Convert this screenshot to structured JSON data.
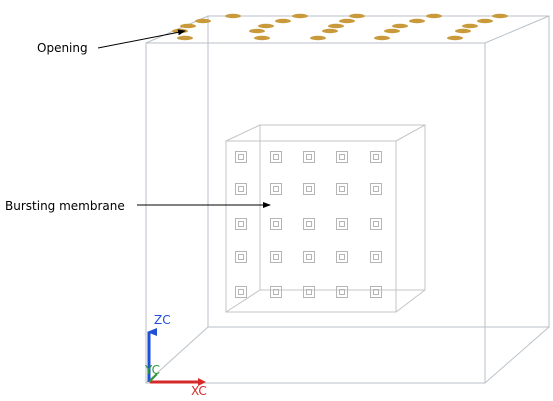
{
  "annotations": {
    "opening": "Opening",
    "bursting_membrane": "Bursting membrane"
  },
  "axes": {
    "z": {
      "label": "ZC",
      "color": "#1e4fd6"
    },
    "y": {
      "label": "YC",
      "color": "#2e9a3a"
    },
    "x": {
      "label": "XC",
      "color": "#d62a2a"
    }
  },
  "colors": {
    "box_edge": "#b9c2c8",
    "opening_fill": "#c99a3b",
    "membrane_cell": "#b5b5b5",
    "leader_line": "#000000"
  }
}
